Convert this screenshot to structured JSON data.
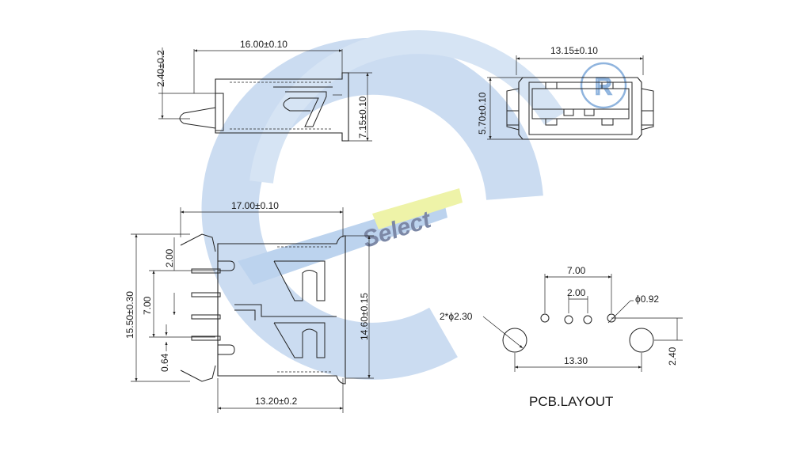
{
  "watermark": {
    "brand": "Select",
    "registered_mark": "R",
    "colors": {
      "ring": "#c9dcf2",
      "bar": "#bcd3ee",
      "highlight": "#eef3a8",
      "text": "#7c88a6"
    }
  },
  "side_view": {
    "width_dim": "16.00±0.10",
    "lead_dim": "2.40±0.2",
    "height_dim": "7.15±0.10"
  },
  "front_view": {
    "width_dim": "13.15±0.10",
    "height_dim": "5.70±0.10"
  },
  "top_view": {
    "length_dim": "17.00±0.10",
    "overall_height_dim": "15.50±0.30",
    "body_height_dim": "14.60±0.15",
    "bottom_width_dim": "13.20±0.2",
    "pin_offset_dim": "2.00",
    "pin_span_dim": "7.00",
    "pin_width_dim": "0.64"
  },
  "pcb_layout": {
    "title": "PCB.LAYOUT",
    "pin_span_dim": "7.00",
    "pin_pitch_dim": "2.00",
    "small_hole_dim": "ϕ0.92",
    "large_hole_dim": "2*ϕ2.30",
    "hole_span_dim": "13.30",
    "row_offset_dim": "2.40"
  }
}
